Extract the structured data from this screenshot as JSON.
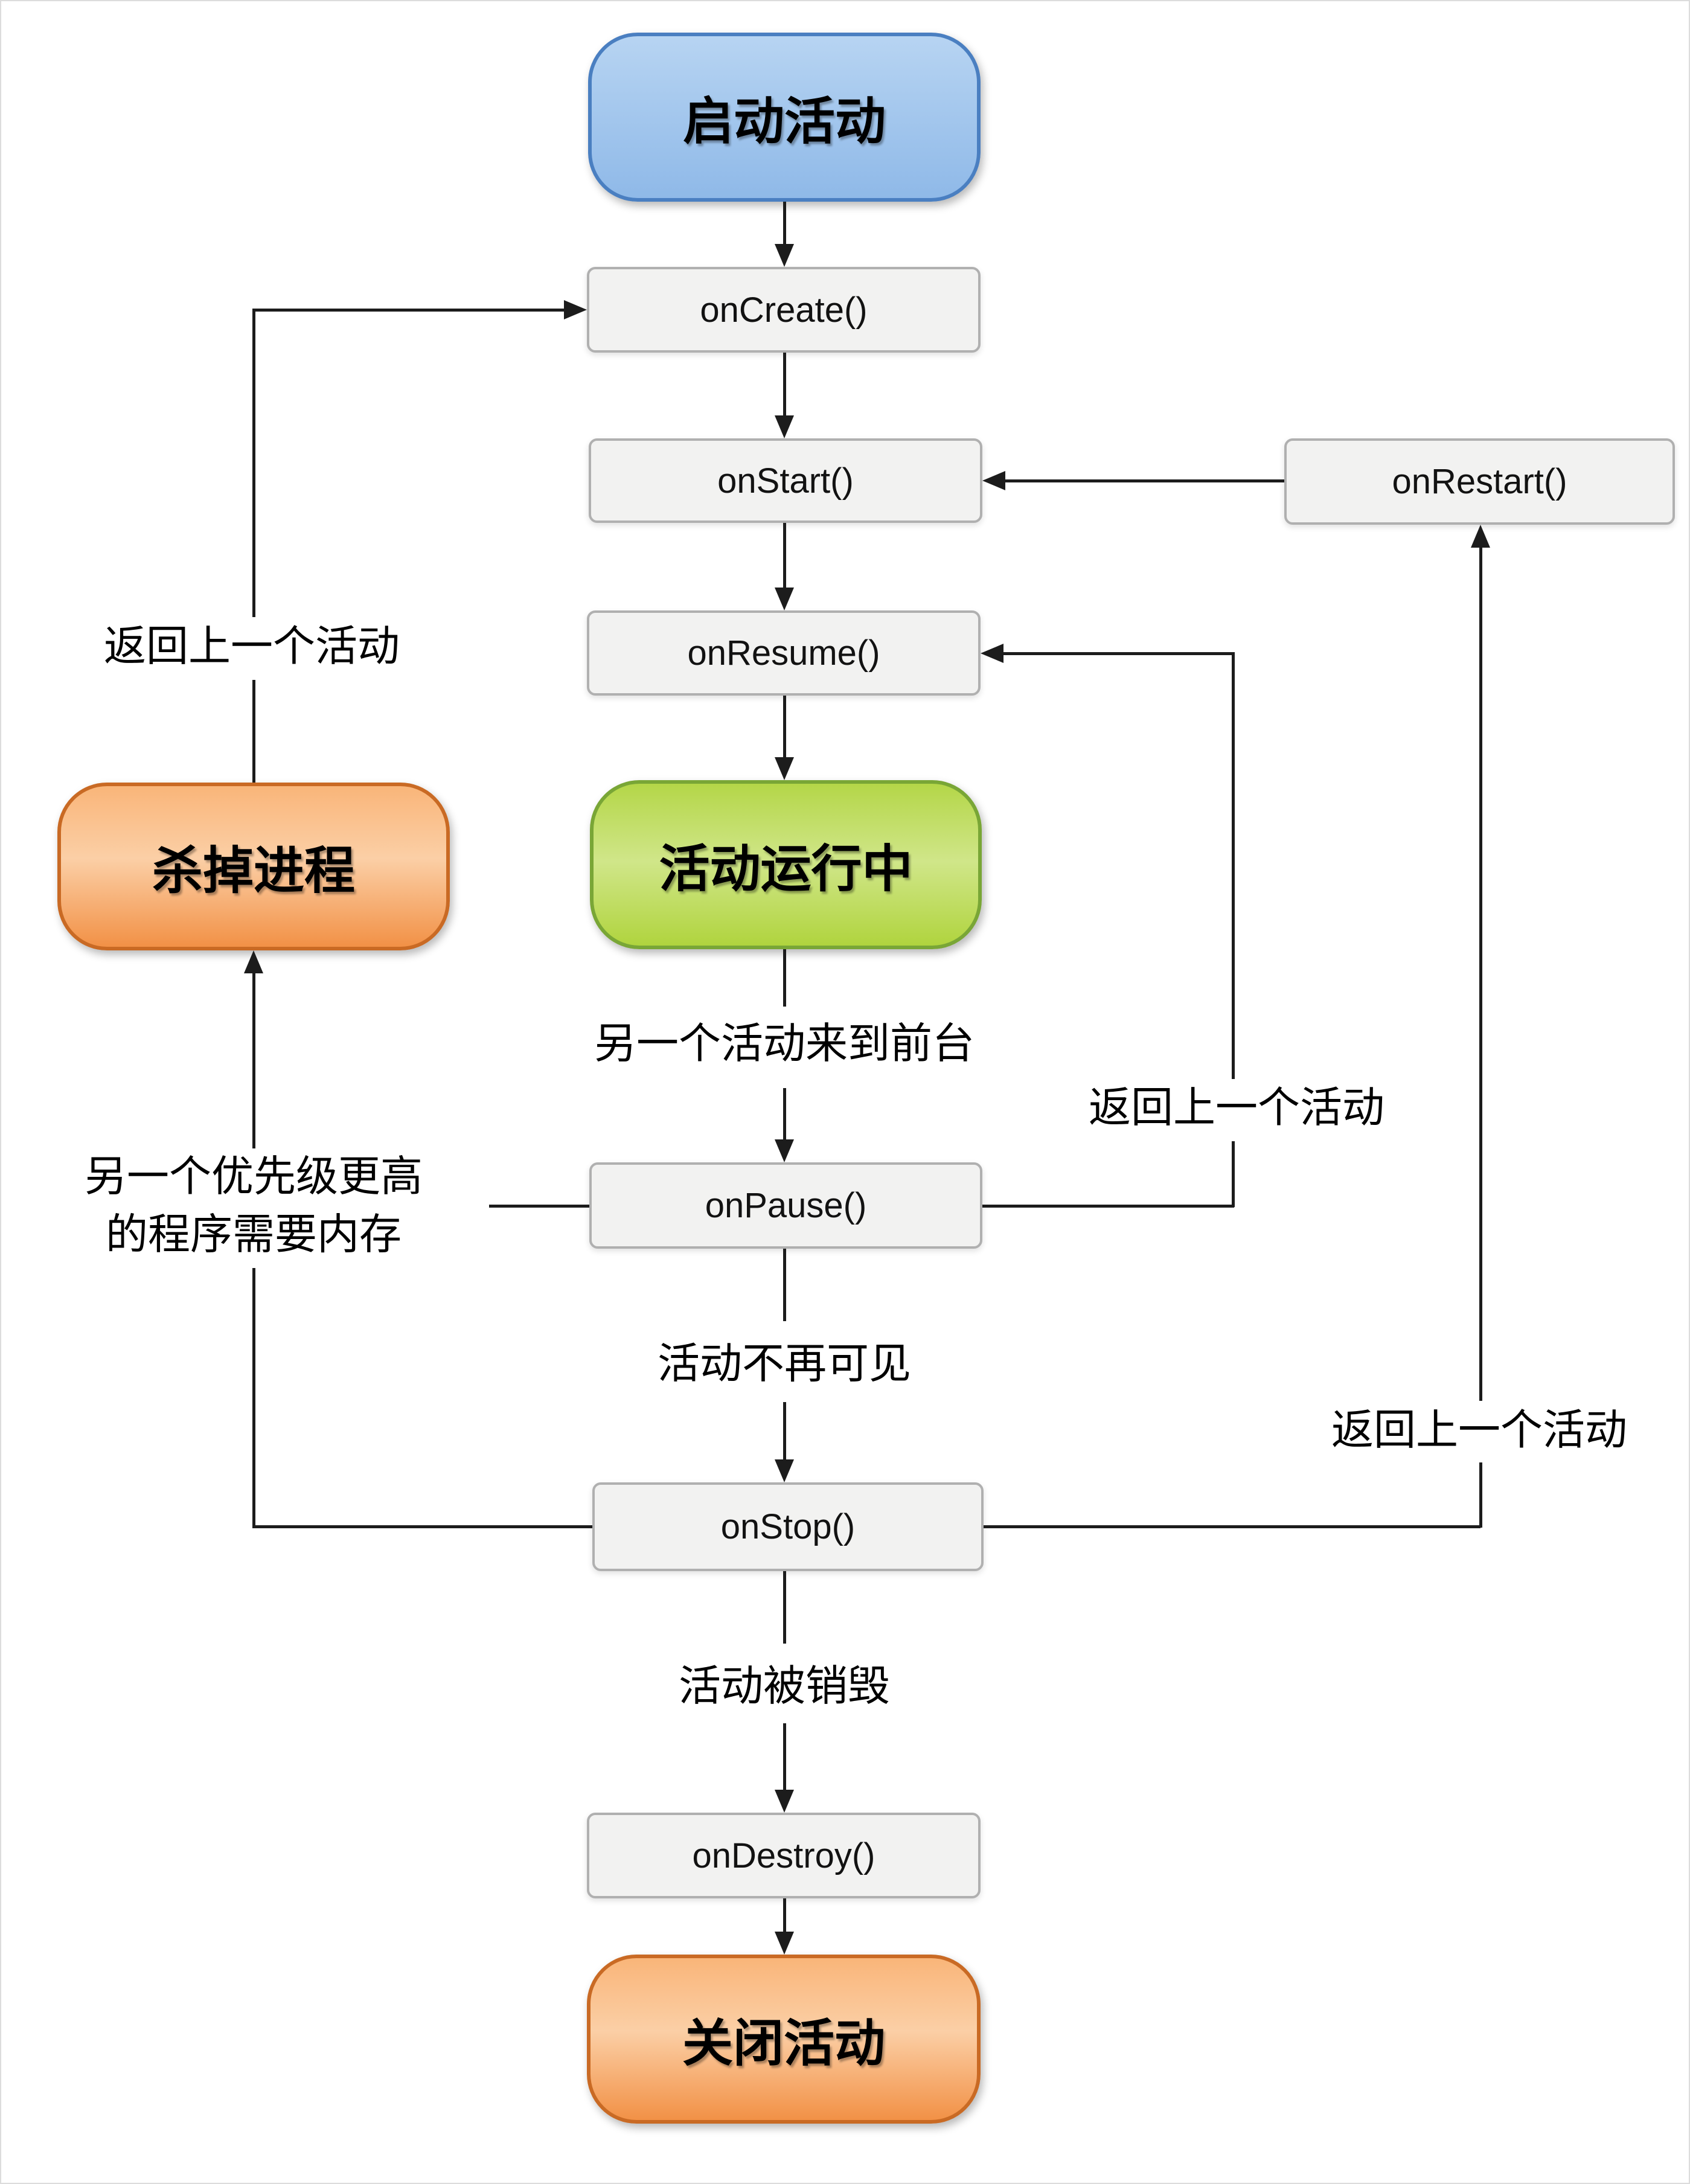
{
  "diagram": {
    "nodes": {
      "start": "启动活动",
      "on_create": "onCreate()",
      "on_start": "onStart()",
      "on_restart": "onRestart()",
      "on_resume": "onResume()",
      "running": "活动运行中",
      "kill_process": "杀掉进程",
      "on_pause": "onPause()",
      "on_stop": "onStop()",
      "on_destroy": "onDestroy()",
      "close": "关闭活动"
    },
    "edge_labels": {
      "back_to_previous_top_left": "返回上一个活动",
      "another_activity_foreground": "另一个活动来到前台",
      "back_to_previous_mid_right": "返回上一个活动",
      "higher_priority_line1": "另一个优先级更高",
      "higher_priority_line2": "的程序需要内存",
      "activity_not_visible": "活动不再可见",
      "activity_destroyed": "活动被销毁",
      "back_to_previous_bottom_right": "返回上一个活动"
    },
    "colors": {
      "canvas-border": "#dcdcdc",
      "line-color": "#1c1c1c",
      "box-fill": "#f2f2f1",
      "box-border": "#b0b0b0",
      "blue-fill-top": "#b7d4f2",
      "blue-fill-bottom": "#8fb9e8",
      "blue-border": "#4a7fc1",
      "green-fill-top": "#b4d648",
      "green-fill-mid": "#d0e689",
      "green-fill-bottom": "#b0d43e",
      "green-border": "#79a636",
      "orange-fill-top": "#f9b579",
      "orange-fill-mid": "#fbcfa6",
      "orange-fill-bottom": "#f29146",
      "orange-border": "#c96a24"
    }
  }
}
